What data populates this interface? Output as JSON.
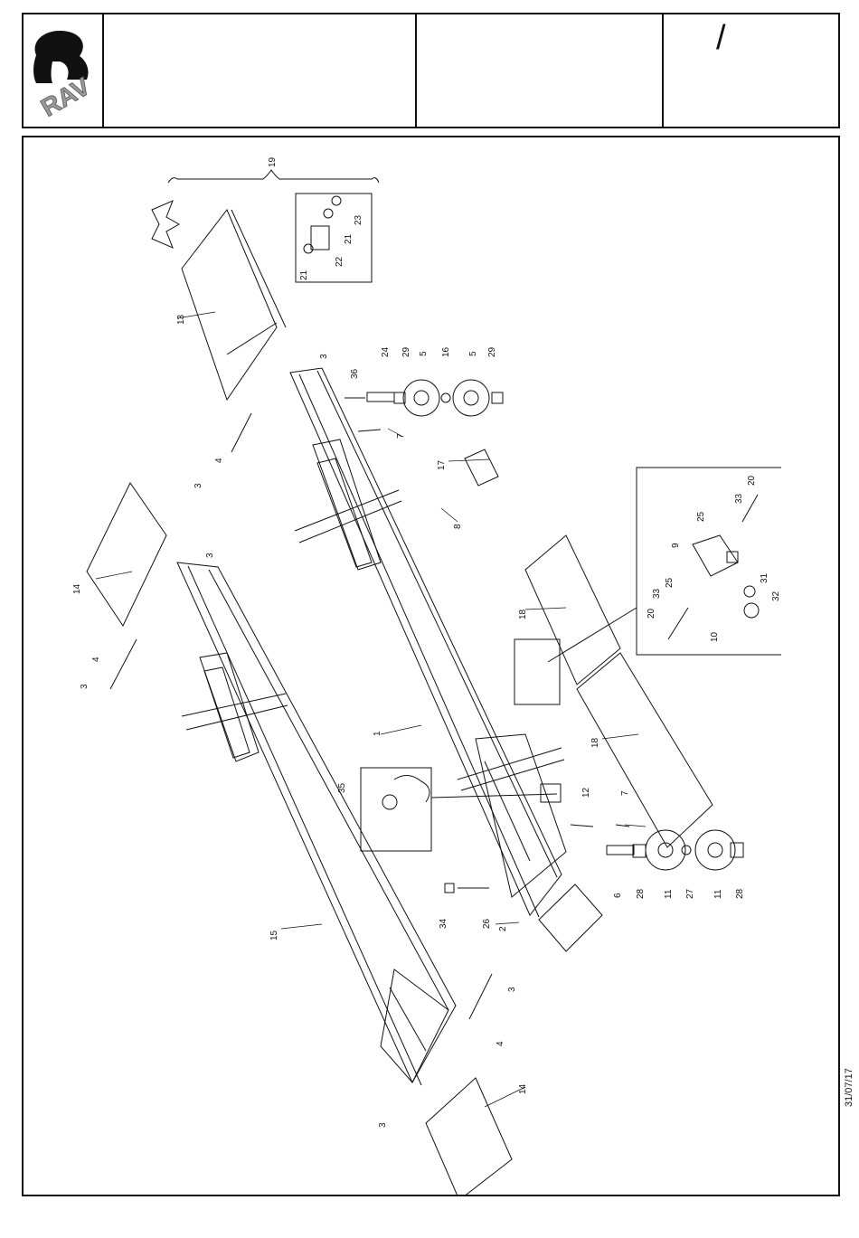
{
  "logo": {
    "text": "RAV"
  },
  "header": {
    "sheet_mark": "/"
  },
  "date": "31/07/17",
  "callouts": [
    "1",
    "2",
    "3",
    "3",
    "3",
    "3",
    "3",
    "3",
    "4",
    "4",
    "4",
    "5",
    "5",
    "6",
    "7",
    "7",
    "8",
    "9",
    "10",
    "11",
    "11",
    "12",
    "13",
    "14",
    "14",
    "15",
    "16",
    "17",
    "18",
    "18",
    "19",
    "20",
    "20",
    "21",
    "21",
    "22",
    "23",
    "24",
    "25",
    "25",
    "26",
    "27",
    "28",
    "28",
    "29",
    "29",
    "31",
    "32",
    "33",
    "33",
    "34",
    "35",
    "36"
  ],
  "colors": {
    "line": "#111111",
    "paper": "#ffffff",
    "logo_grey": "#9a9a9a"
  }
}
